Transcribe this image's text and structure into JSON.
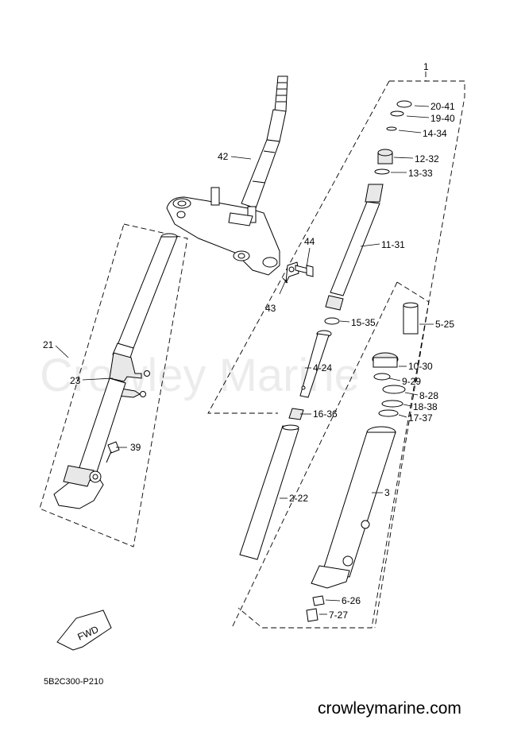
{
  "watermark": "Crowley Marine",
  "catalog_code": "5B2C300-P210",
  "site_footer": "crowleymarine.com",
  "fwd_label": "FWD",
  "callouts": {
    "c1": "1",
    "c2022": "2-22",
    "c3": "3",
    "c424": "4-24",
    "c525": "5-25",
    "c626": "6-26",
    "c727": "7-27",
    "c828": "8-28",
    "c929": "9-29",
    "c1030": "10-30",
    "c1131": "11-31",
    "c1232": "12-32",
    "c1333": "13-33",
    "c1434": "14-34",
    "c1535": "15-35",
    "c1636": "16-36",
    "c1737": "17-37",
    "c1838": "18-38",
    "c1940": "19-40",
    "c2041": "20-41",
    "c21": "21",
    "c23": "23",
    "c39": "39",
    "c42": "42",
    "c43": "43",
    "c44": "44"
  }
}
